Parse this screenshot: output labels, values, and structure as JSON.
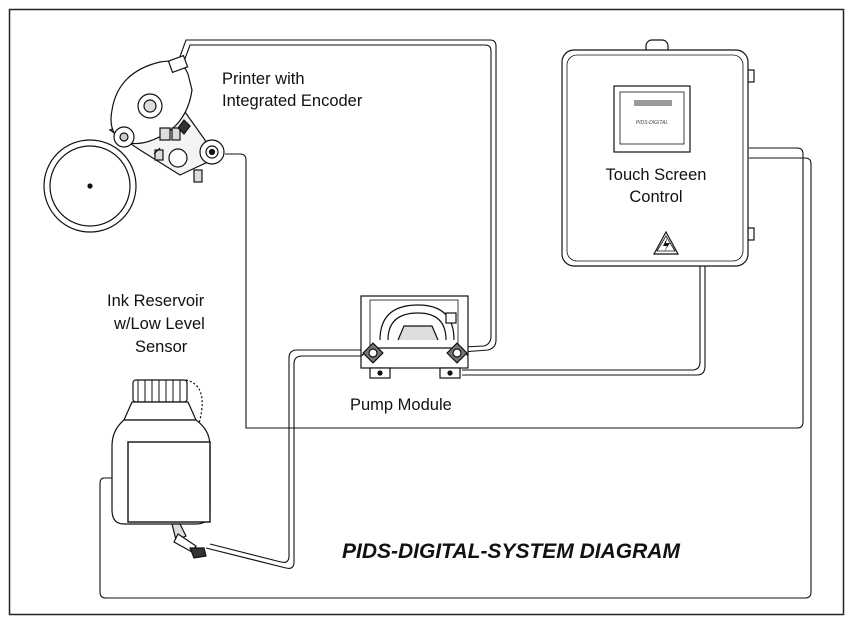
{
  "labels": {
    "printer_line1": "Printer with",
    "printer_line2": "Integrated Encoder",
    "control_line1": "Touch Screen",
    "control_line2": "Control",
    "reservoir_line1": "Ink Reservoir",
    "reservoir_line2": "w/Low Level",
    "reservoir_line3": "Sensor",
    "pump": "Pump Module",
    "screen_text": "PIDS-DIGITAL"
  },
  "title": "PIDS-DIGITAL-SYSTEM DIAGRAM",
  "icons": [
    "printer-icon",
    "touch-screen-control-box",
    "pump-module-icon",
    "ink-reservoir-icon",
    "high-voltage-warning-icon"
  ],
  "colors": {
    "line": "#111111",
    "frame": "#222222",
    "shade": "#dcdcdc",
    "background": "#ffffff"
  }
}
